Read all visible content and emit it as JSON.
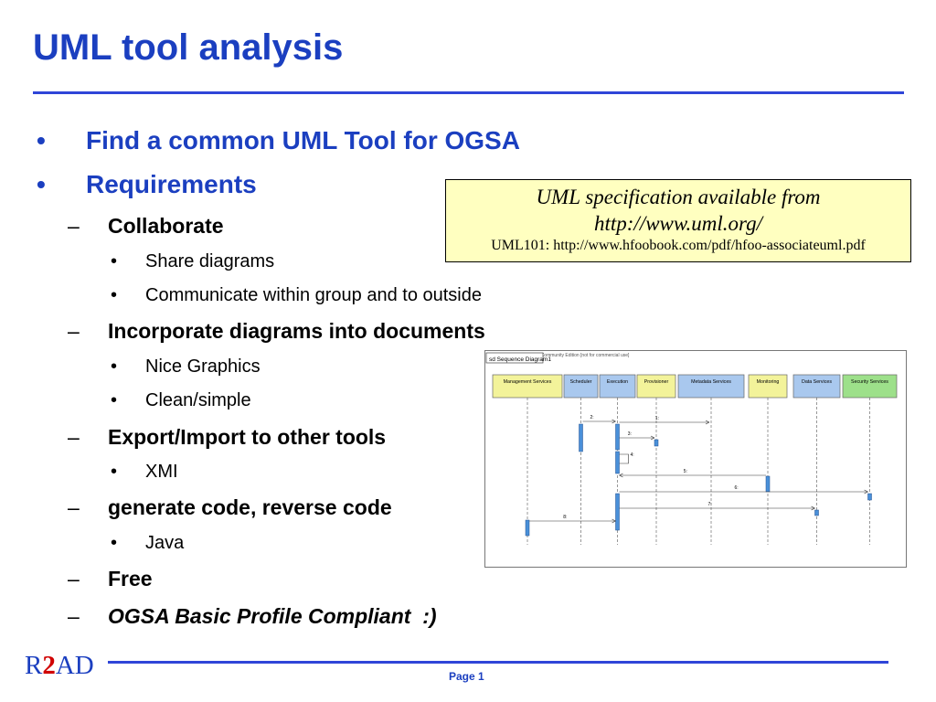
{
  "slide": {
    "title": "UML tool analysis",
    "bullets_l1": [
      {
        "marker": "•",
        "text": "Find a common UML Tool for OGSA"
      },
      {
        "marker": "•",
        "text": "Requirements"
      }
    ],
    "items": [
      {
        "marker": "–",
        "text": "Collaborate"
      },
      {
        "marker": "•",
        "text": "Share diagrams"
      },
      {
        "marker": "•",
        "text": "Communicate within group and to outside"
      },
      {
        "marker": "–",
        "text": "Incorporate diagrams into documents"
      },
      {
        "marker": "•",
        "text": "Nice Graphics"
      },
      {
        "marker": "•",
        "text": "Clean/simple"
      },
      {
        "marker": "–",
        "text": "Export/Import to other tools"
      },
      {
        "marker": "•",
        "text": "XMI"
      },
      {
        "marker": "–",
        "text": "generate code, reverse code"
      },
      {
        "marker": "•",
        "text": "Java"
      },
      {
        "marker": "–",
        "text": "Free"
      },
      {
        "marker": "–",
        "text": "OGSA Basic Profile Compliant  :)"
      }
    ],
    "note": {
      "line1": "UML specification available from",
      "line2": "http://www.uml.org/",
      "line3": "UML101: http://www.hfoobook.com/pdf/hfoo-associateuml.pdf"
    },
    "diagram": {
      "header": "Visual Paradigm for UML Community Edition [not for commercial use]",
      "tab": "sd Sequence Diagram1",
      "lifelines": [
        {
          "name": "Management Services",
          "color": "#f3f39a"
        },
        {
          "name": "Scheduler",
          "color": "#a9c8ee"
        },
        {
          "name": "Execution",
          "color": "#a9c8ee"
        },
        {
          "name": "Provisioner",
          "color": "#f3f39a"
        },
        {
          "name": "Metadata Services",
          "color": "#a9c8ee"
        },
        {
          "name": "Monitoring",
          "color": "#f3f39a"
        },
        {
          "name": "Data Services",
          "color": "#a9c8ee"
        },
        {
          "name": "Security Services",
          "color": "#9de08a"
        }
      ],
      "messages": [
        "1:",
        "2:",
        "3:",
        "4:",
        "5:",
        "6:",
        "7:",
        "8:"
      ]
    },
    "footer": {
      "logo_r": "R",
      "logo_2": "2",
      "logo_ad": "AD",
      "page": "Page 1"
    }
  }
}
